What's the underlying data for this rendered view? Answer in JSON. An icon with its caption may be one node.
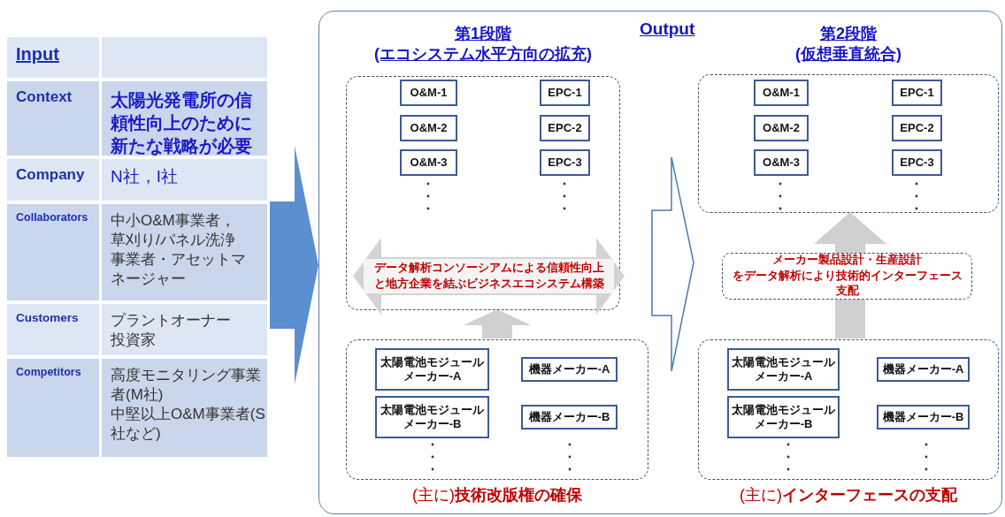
{
  "diagram": {
    "nodes": [
      {
        "text": [
          "Output"
        ]
      },
      {
        "text": [
          "第1段階",
          "(エコシステム水平方向の拡充)"
        ],
        "in": 0
      },
      {
        "text": [
          "O&M-1"
        ],
        "in": 1
      },
      {
        "text": [
          "EPC-1"
        ],
        "in": 1
      },
      {
        "text": [
          "O&M-2"
        ],
        "in": 1
      },
      {
        "text": [
          "EPC-2"
        ],
        "in": 1
      },
      {
        "text": [
          "O&M-3"
        ],
        "in": 1
      },
      {
        "text": [
          "EPC-3"
        ],
        "in": 1
      },
      {
        "text": [
          "データ解析コンソーシアムによる信頼性向上と地方企業を結ぶビジネスエコシステム構築"
        ],
        "in": 1
      },
      {
        "text": [
          "(主に)**技術改版権の確保**"
        ],
        "in": 0
      },
      {
        "text": [
          "太陽電池モジュールメーカー-A"
        ],
        "in": 9
      },
      {
        "text": [
          "機器メーカー-A"
        ],
        "in": 9
      },
      {
        "text": [
          "太陽電池モジュールメーカー-B"
        ],
        "in": 9
      },
      {
        "text": [
          "機器メーカー-B"
        ],
        "in": 9
      },
      {
        "text": [
          "第2段階",
          "(仮想垂直統合)"
        ],
        "in": 0
      },
      {
        "text": [
          "O&M-1"
        ],
        "in": 14
      },
      {
        "text": [
          "EPC-1"
        ],
        "in": 14
      },
      {
        "text": [
          "O&M-2"
        ],
        "in": 14
      },
      {
        "text": [
          "EPC-2"
        ],
        "in": 14
      },
      {
        "text": [
          "O&M-3"
        ],
        "in": 14
      },
      {
        "text": [
          "EPC-3"
        ],
        "in": 14
      },
      {
        "text": [
          "メーカー製品設計・生産設計をデータ解析により技術的インターフェース支配"
        ],
        "in": 0
      },
      {
        "text": [
          "(主に)**インターフェースの支配**"
        ],
        "in": 0
      },
      {
        "text": [
          "太陽電池モジュールメーカー-A"
        ],
        "in": 22
      },
      {
        "text": [
          "機器メーカー-A"
        ],
        "in": 22
      },
      {
        "text": [
          "太陽電池モジュールメーカー-B"
        ],
        "in": 22
      },
      {
        "text": [
          "機器メーカー-B"
        ],
        "in": 22
      }
    ],
    "edges": [
      {
        "from": null,
        "to": 0,
        "arrow": "to",
        "color": "#5b8fd0"
      },
      {
        "from": 9,
        "to": 1,
        "arrow": "to",
        "color": "#d0d0d0"
      },
      {
        "from": 1,
        "to": 14,
        "arrow": "to",
        "color": "#4a7ab0"
      },
      {
        "from": 22,
        "to": 14,
        "arrow": "to",
        "color": "#d0d0d0"
      }
    ],
    "labels": [
      "Input",
      "Context",
      "太陽光発電所の信頼性向上のために新たな戦略が必要",
      "Company",
      "N社，I社",
      "Collaborators",
      "中小O&M事業者，草刈り/パネル洗浄事業者・アセットマネージャー",
      "Customers",
      "プラントオーナー",
      "投資家",
      "Competitors",
      "高度モニタリング事業者(M社)",
      "中堅以上O&M事業者(S社など)"
    ]
  }
}
